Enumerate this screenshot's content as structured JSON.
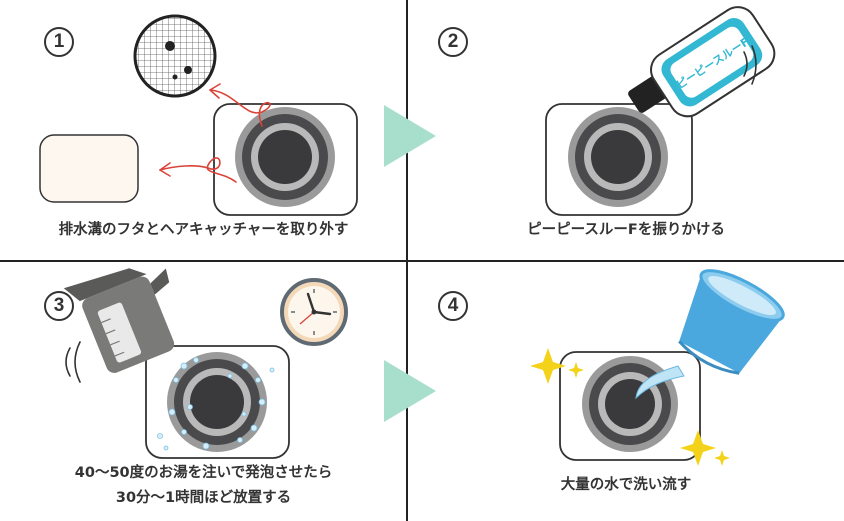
{
  "steps": [
    {
      "number": "1",
      "caption": "排水溝のフタとヘアキャッチャーを取り外す"
    },
    {
      "number": "2",
      "caption": "ピーピースルーFを振りかける"
    },
    {
      "number": "3",
      "caption_line1": "40〜50度のお湯を注いで発泡させたら",
      "caption_line2": "30分〜1時間ほど放置する"
    },
    {
      "number": "4",
      "caption": "大量の水で洗い流す"
    }
  ],
  "bottle_label": "ピーピースルーF",
  "colors": {
    "arrow": "#a8dfcc",
    "drain_outer": "#9a9a9a",
    "drain_inner": "#3a3a3c",
    "cover": "#fdf7ef",
    "red_arrow": "#d9443a",
    "bottle_cyan": "#33b8d4",
    "bucket_blue": "#4aa8de",
    "sparkle": "#f5d21a",
    "kettle": "#7a7a78"
  },
  "icons": [
    "drain-icon",
    "hair-catcher-icon",
    "drain-cover-icon",
    "bottle-icon",
    "kettle-icon",
    "clock-icon",
    "bubbles-icon",
    "bucket-icon",
    "sparkle-icon",
    "next-arrow-icon"
  ]
}
